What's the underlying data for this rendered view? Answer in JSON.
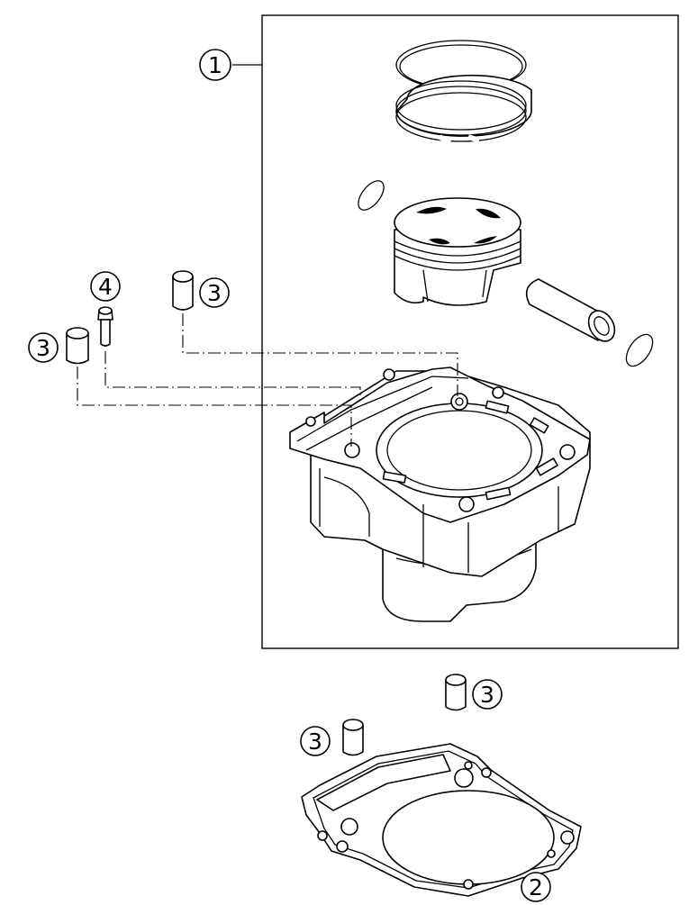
{
  "callouts": {
    "kit": "1",
    "gasket": "2",
    "dowel_a": "3",
    "dowel_b": "3",
    "dowel_c": "3",
    "dowel_d": "3",
    "screw": "4"
  },
  "colors": {
    "line": "#000000",
    "background": "#ffffff"
  }
}
